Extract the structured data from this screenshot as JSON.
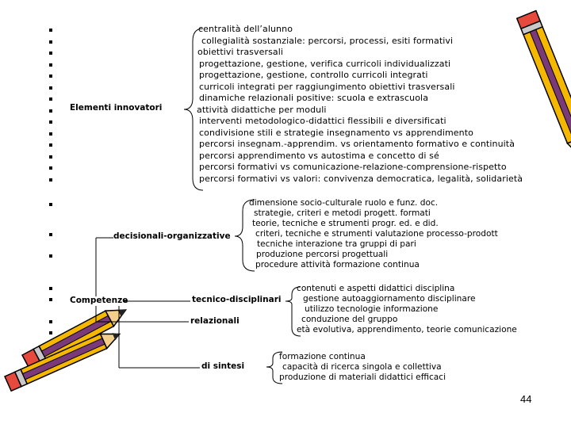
{
  "page_number": "44",
  "elementi": {
    "label": "Elementi innovatori",
    "items": [
      "centralità dell’alunno",
      "collegialità sostanziale: percorsi, processi, esiti formativi",
      "obiettivi trasversali",
      "progettazione, gestione, verifica curricoli individualizzati",
      "progettazione, gestione, controllo curricoli integrati",
      "curricoli integrati per raggiungimento obiettivi trasversali",
      "dinamiche relazionali positive: scuola e extrascuola",
      "attività didattiche per moduli",
      "interventi metodologico-didattici flessibili e diversificati",
      "condivisione stili e strategie insegnamento vs apprendimento",
      "percorsi insegnam.-apprendim. vs orientamento formativo e continuità",
      "percorsi apprendimento vs autostima e concetto di sé",
      "percorsi formativi vs comunicazione-relazione-comprensione-rispetto",
      "percorsi formativi vs valori: convivenza democratica, legalità, solidarietà"
    ]
  },
  "decisionali": {
    "label": "decisionali-organizzative",
    "items": [
      "dimensione socio-culturale ruolo e funz. doc.",
      "strategie, criteri e metodi progett. formati",
      "teorie, tecniche e strumenti progr. ed. e did.",
      "criteri, tecniche e strumenti valutazione processo-prodott",
      "tecniche interazione tra gruppi di pari",
      "produzione percorsi progettuali",
      "procedure attività formazione continua"
    ]
  },
  "competenze": {
    "label": "Competenze"
  },
  "tecnico": {
    "label": "tecnico-disciplinari",
    "items": [
      "contenuti e aspetti didattici disciplina",
      "gestione autoaggiornamento disciplinare",
      "utilizzo tecnologie informazione",
      "conduzione del gruppo",
      "età evolutiva, apprendimento, teorie comunicazione"
    ]
  },
  "relazionali": {
    "label": "relazionali"
  },
  "sintesi": {
    "label": "di sintesi",
    "items": [
      "formazione continua",
      "capacità di ricerca singola e collettiva",
      "produzione di materiali didattici efficaci"
    ]
  },
  "colors": {
    "pencil_body": "#f5b800",
    "pencil_stripe": "#7a3a7a",
    "pencil_wood": "#f3cf8a",
    "pencil_eraser": "#e64a3c"
  }
}
